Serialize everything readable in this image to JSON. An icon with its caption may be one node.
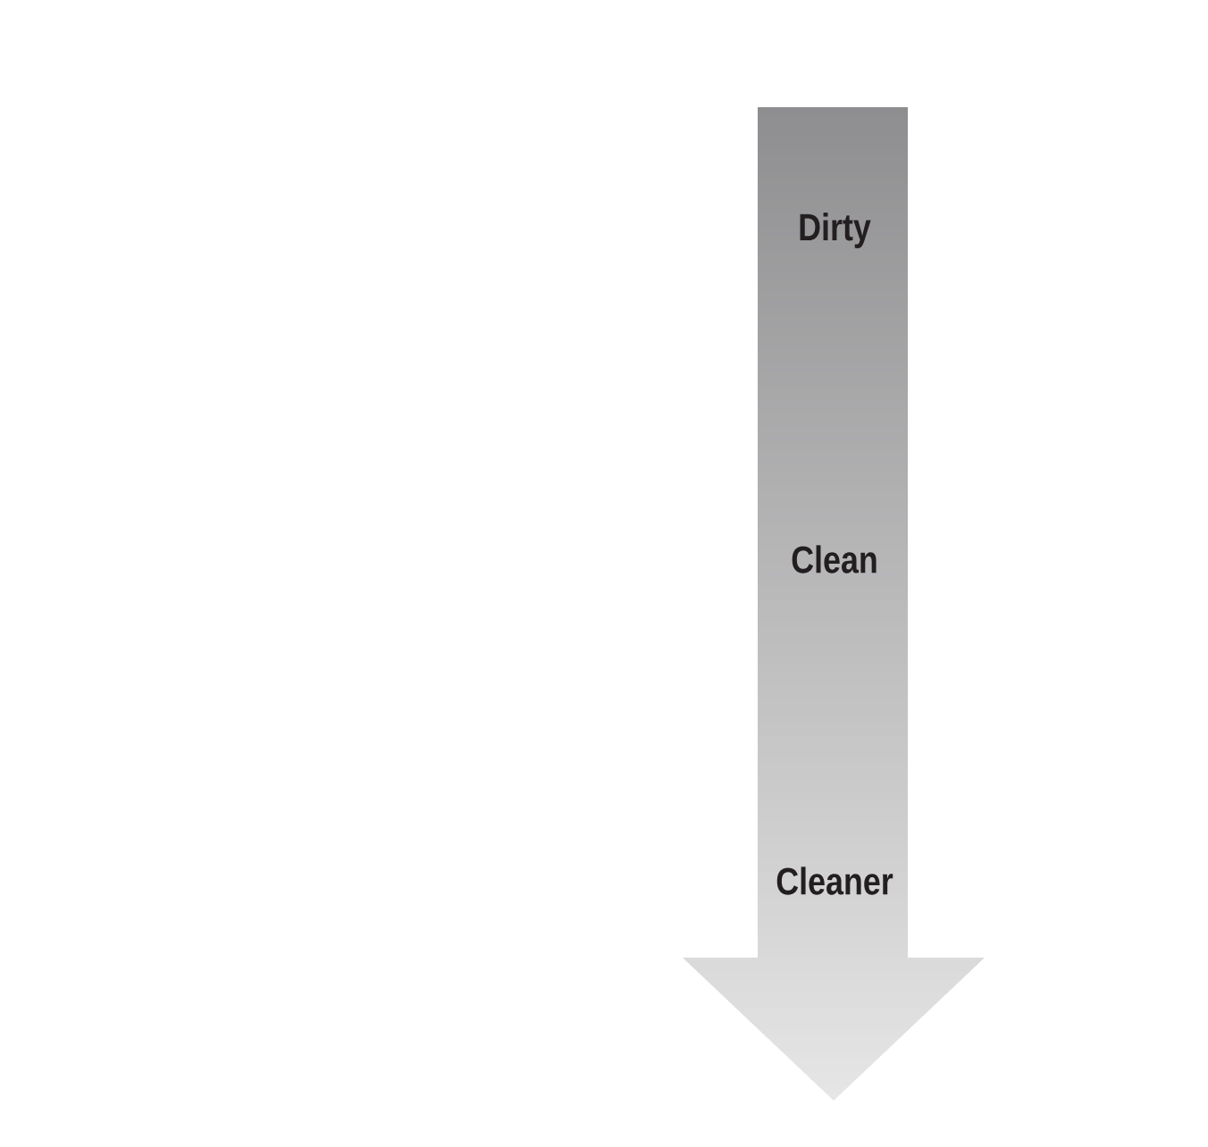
{
  "diagram": {
    "nodes": [
      {
        "text": [
          "Dirty",
          "Clean",
          "Cleaner"
        ]
      }
    ]
  }
}
